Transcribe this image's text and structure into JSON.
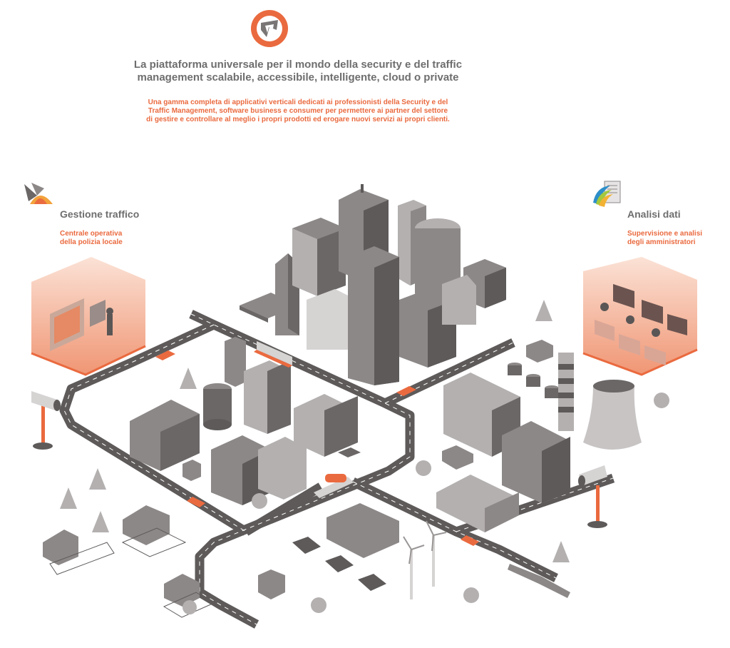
{
  "header": {
    "headline_lines": [
      "La piattaforma universale per il mondo della security e del traffic",
      "management scalabile, accessibile, intelligente, cloud o private"
    ],
    "subline_lines": [
      "Una gamma completa di applicativi verticali dedicati ai professionisti della Security e del",
      "Traffic Management, software business e consumer per permettere ai partner del settore",
      "di gestire e controllare al meglio i propri prodotti ed erogare nuovi servizi ai propri clienti."
    ]
  },
  "left_panel": {
    "title": "Gestione traffico",
    "subtitle_lines": [
      "Centrale operativa",
      "della polizia locale"
    ],
    "icon": "traffic-management-icon"
  },
  "right_panel": {
    "title": "Analisi dati",
    "subtitle_lines": [
      "Supervisione e analisi",
      "degli amministratori"
    ],
    "icon": "data-analysis-icon"
  },
  "colors": {
    "accent": "#ea6a3f",
    "text_gray": "#6e6e6e",
    "building_dark": "#6b6767",
    "building_mid": "#8d8888",
    "building_light": "#b4b0b0",
    "road": "#5e5a5a"
  }
}
